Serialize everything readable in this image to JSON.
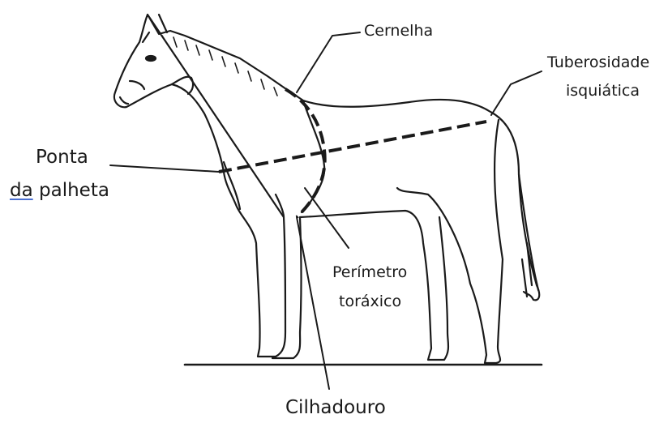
{
  "labels": {
    "cernelha": "Cernelha",
    "tuberosidade_line1": "Tuberosidade",
    "tuberosidade_line2": "isquiática",
    "ponta_line1": "Ponta",
    "ponta_line2_word1": "da",
    "ponta_line2_word2": "palheta",
    "perimetro_line1": "Perímetro",
    "perimetro_line2": "toráxico",
    "cilhadouro": "Cilhadouro"
  },
  "colors": {
    "ink": "#1a1a1a",
    "spellcheck_underline": "#4a6fd1",
    "background": "#ffffff"
  }
}
